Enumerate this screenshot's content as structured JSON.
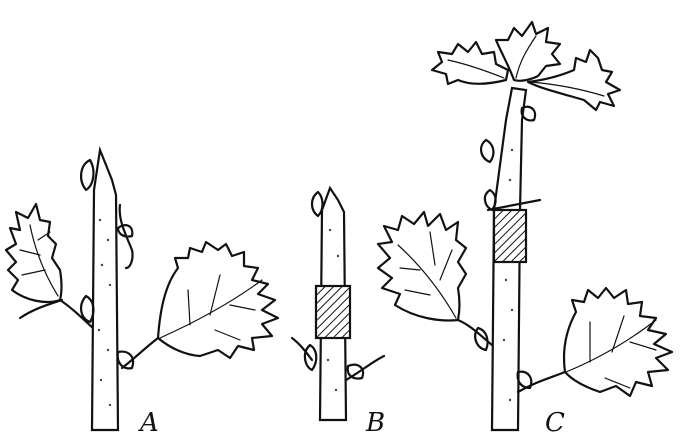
{
  "panels": [
    {
      "id": "A",
      "label": "A"
    },
    {
      "id": "B",
      "label": "B"
    },
    {
      "id": "C",
      "label": "C"
    }
  ],
  "colors": {
    "ink": "#111111",
    "tape": "#888888",
    "paper": "#ffffff"
  }
}
